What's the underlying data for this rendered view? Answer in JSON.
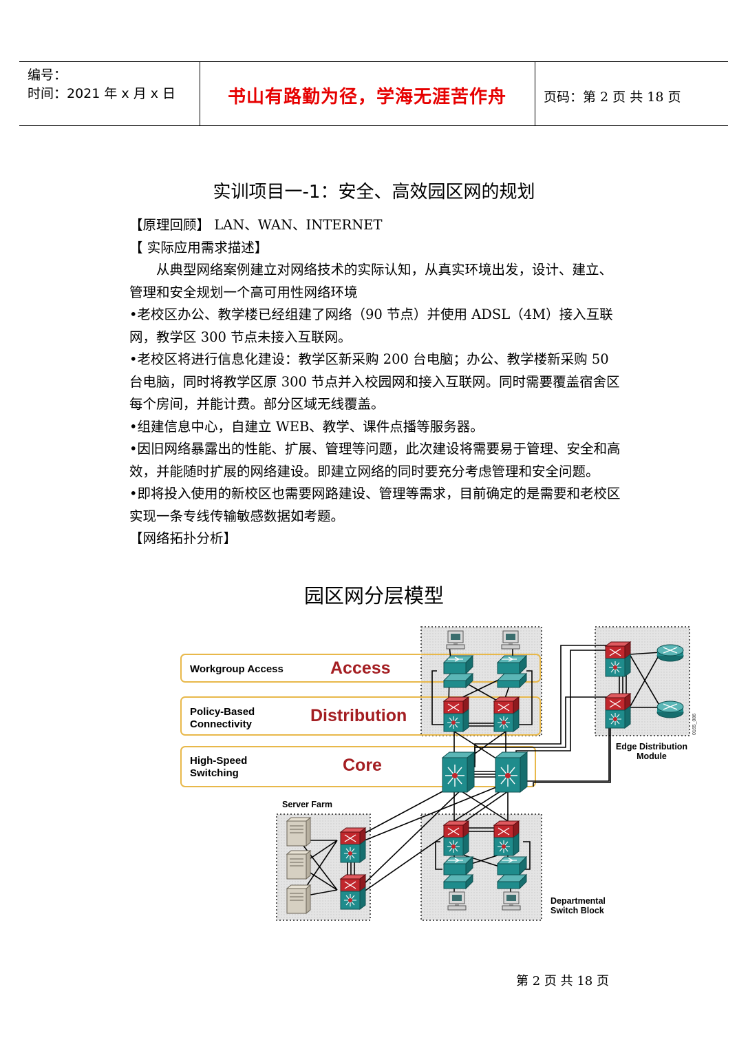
{
  "header": {
    "number_label": "编号：",
    "time_label": "时间：2021 年 x 月 x 日",
    "motto": "书山有路勤为径，学海无涯苦作舟",
    "page_label": "页码：第 2 页  共 18 页"
  },
  "doc": {
    "title": "实训项目一-1：安全、高效园区网的规划",
    "paragraphs": [
      "【原理回顾】  LAN、WAN、INTERNET",
      "【  实际应用需求描述】",
      "从典型网络案例建立对网络技术的实际认知，从真实环境出发，设计、建立、管理和安全规划一个高可用性网络环境",
      "•老校区办公、教学楼已经组建了网络（90 节点）并使用 ADSL（4M）接入互联网，教学区 300 节点未接入互联网。",
      "•老校区将进行信息化建设：教学区新采购 200 台电脑；办公、教学楼新采购 50 台电脑，同时将教学区原 300 节点并入校园网和接入互联网。同时需要覆盖宿舍区每个房间，并能计费。部分区域无线覆盖。",
      "•组建信息中心，自建立 WEB、教学、课件点播等服务器。",
      "•因旧网络暴露出的性能、扩展、管理等问题，此次建设将需要易于管理、安全和高效，并能随时扩展的网络建设。即建立网络的同时要充分考虑管理和安全问题。",
      "•即将投入使用的新校区也需要网路建设、管理等需求，目前确定的是需要和老校区实现一条专线传输敏感数据如考题。",
      "【网络拓扑分析】"
    ]
  },
  "figure": {
    "title": "园区网分层模型",
    "layers": [
      {
        "label": "Workgroup Access",
        "name": "Access"
      },
      {
        "label": "Policy-Based\nConnectivity",
        "name": "Distribution"
      },
      {
        "label": "High-Speed\nSwitching",
        "name": "Core"
      }
    ],
    "blocks": {
      "server_farm": "Server Farm",
      "edge": "Edge Distribution\nModule",
      "departmental": "Departmental\nSwitch Block"
    },
    "code": "0165_086",
    "colors": {
      "layer_border": "#e8b84a",
      "layer_text": "#a41e22",
      "router_red": "#c1272d",
      "switch_teal": "#1f8c8c"
    }
  },
  "footer": {
    "page": "第  2  页  共  18  页"
  }
}
